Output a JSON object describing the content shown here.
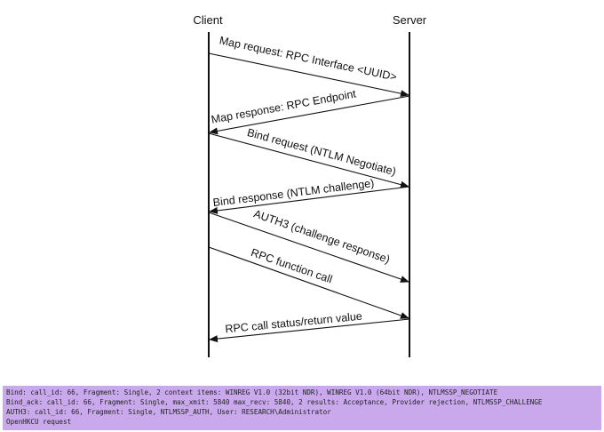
{
  "participants": [
    {
      "id": "client",
      "label": "Client"
    },
    {
      "id": "server",
      "label": "Server"
    }
  ],
  "messages": [
    {
      "from": "client",
      "to": "server",
      "label": "Map request: RPC Interface <UUID>"
    },
    {
      "from": "server",
      "to": "client",
      "label": "Map response: RPC Endpoint"
    },
    {
      "from": "client",
      "to": "server",
      "label": "Bind request (NTLM Negotiate)"
    },
    {
      "from": "server",
      "to": "client",
      "label": "Bind response (NTLM challenge)"
    },
    {
      "from": "client",
      "to": "server",
      "label": "AUTH3 (challenge response)"
    },
    {
      "from": "client",
      "to": "server",
      "label": "RPC function call"
    },
    {
      "from": "server",
      "to": "client",
      "label": "RPC call status/return value"
    }
  ],
  "log": {
    "lines": [
      "Bind: call_id: 66, Fragment: Single, 2 context items: WINREG V1.0 (32bit NDR), WINREG V1.0 (64bit NDR), NTLMSSP_NEGOTIATE",
      "Bind_ack: call_id: 66, Fragment: Single, max_xmit: 5840 max_recv: 5840, 2 results: Acceptance, Provider rejection, NTLMSSP_CHALLENGE",
      "AUTH3: call_id: 66, Fragment: Single, NTLMSSP_AUTH, User: RESEARCH\\Administrator",
      "OpenHKCU request"
    ]
  }
}
